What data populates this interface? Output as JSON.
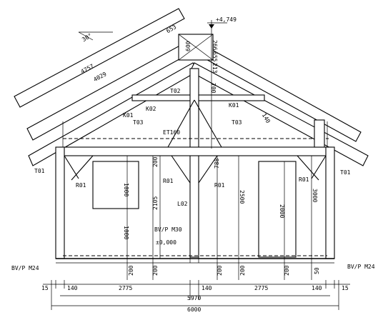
{
  "labels": {
    "angle": "30°",
    "rafter_len_top": "4757",
    "rafter_len_bottom": "4029",
    "ridge_rafter": "653",
    "ridge_height": "+4,749",
    "ridge_vert1": "266",
    "ridge_vert2": "655",
    "ridge_vert3": "213",
    "king_post_upper": "600",
    "king_post_700": "700",
    "t02": "T02",
    "k02": "K02",
    "k01_left": "K01",
    "k01_right": "K01",
    "t03_left": "T03",
    "t03_right": "T03",
    "et160": "ET160",
    "overhang_140": "140",
    "t01_left": "T01",
    "t01_right": "T01",
    "r01_left_outer": "R01",
    "r01_left_inner": "R01",
    "r01_right_inner": "R01",
    "r01_right_outer": "R01",
    "d200_a": "200",
    "d1000_a": "1000",
    "d1000_b": "1000",
    "d2105": "2105",
    "d788": "788",
    "d2500": "2500",
    "d2000": "2000",
    "d3000": "3000",
    "l02": "L02",
    "bvp_m30": "BV/P M30",
    "zero_level": "±0,000",
    "bvp_m24_left": "BV/P M24",
    "bvp_m24_right": "BV/P M24",
    "d200_b1": "200",
    "d200_b2": "200",
    "d200_b3": "200",
    "d200_b4": "200",
    "d200_b5": "200",
    "d50": "50",
    "dim_15_left": "15",
    "dim_140_a": "140",
    "dim_2775_a": "2775",
    "dim_140_b": "140",
    "dim_2775_b": "2775",
    "dim_140_c": "140",
    "dim_15_right": "15",
    "dim_5970": "5970",
    "dim_6000": "6000"
  }
}
